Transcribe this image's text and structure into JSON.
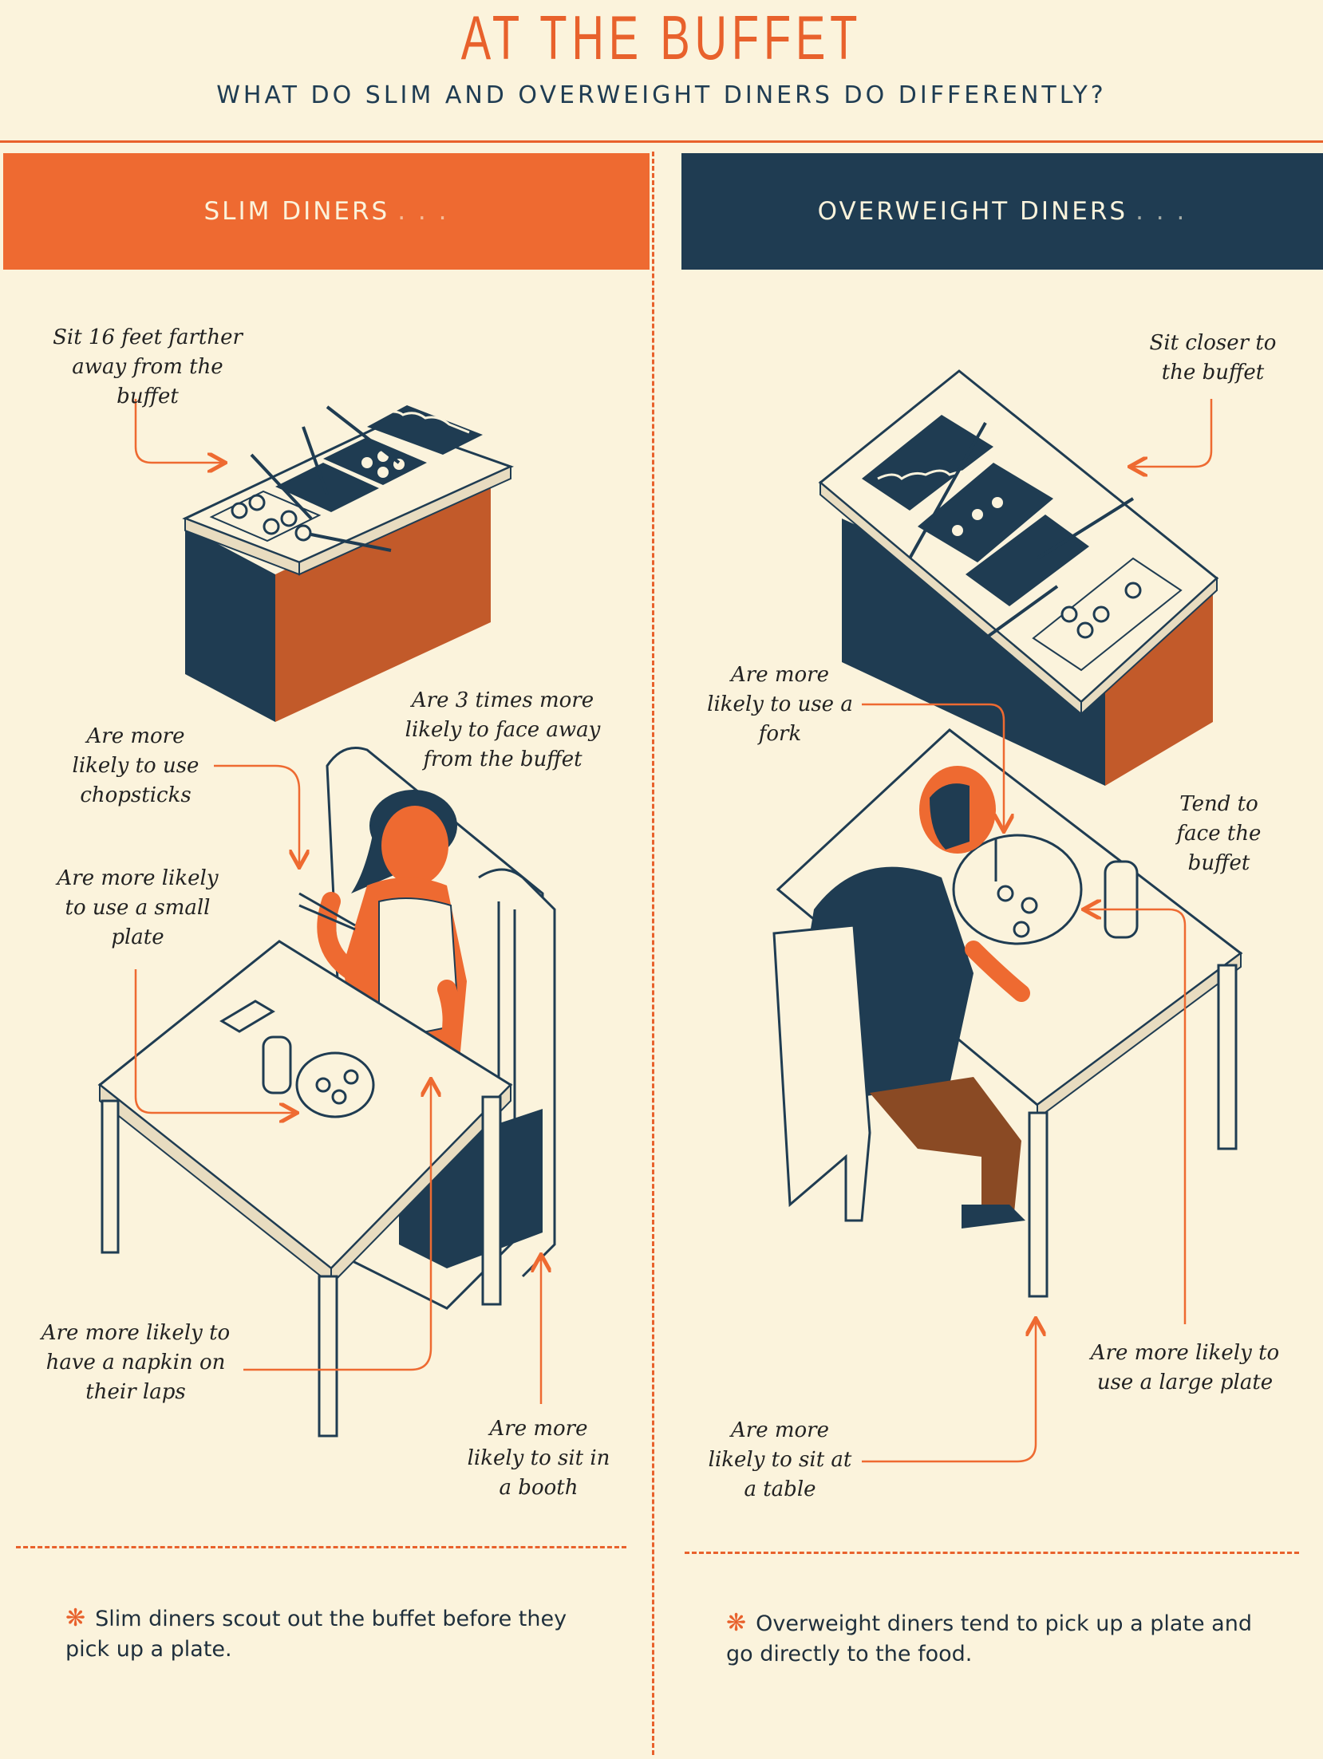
{
  "title": "AT THE BUFFET",
  "subtitle": "WHAT DO SLIM AND OVERWEIGHT DINERS DO DIFFERENTLY?",
  "columns": {
    "slim": {
      "header": "SLIM DINERS",
      "header_dots": ". . .",
      "notes": {
        "sit_farther": "Sit 16 feet farther away from the buffet",
        "chopsticks": "Are more likely to use chopsticks",
        "face_away": "Are 3 times more likely to face away from the buffet",
        "small_plate": "Are more likely to use a small plate",
        "napkin": "Are more likely to have a napkin on their laps",
        "booth": "Are more likely to sit in a booth"
      },
      "footnote": "Slim diners scout out the buffet before they pick up a plate."
    },
    "overweight": {
      "header": "OVERWEIGHT DINERS",
      "header_dots": ". . .",
      "notes": {
        "sit_closer": "Sit closer to the buffet",
        "fork": "Are more likely to use a fork",
        "face_buffet": "Tend to face the buffet",
        "large_plate": "Are more likely to use a large plate",
        "table": "Are more likely to sit at a table"
      },
      "footnote": "Overweight diners tend to pick up a plate and go directly to the food."
    }
  },
  "footnote_marker": "❋",
  "colors": {
    "orange": "#ee6a31",
    "navy": "#1f3c52",
    "cream": "#fbf3dc",
    "brown": "#8a4a24"
  },
  "icons": [
    "buffet-counter-illustration",
    "woman-in-booth-illustration",
    "man-at-table-illustration",
    "pointer-arrow-icon",
    "asterisk-icon"
  ]
}
